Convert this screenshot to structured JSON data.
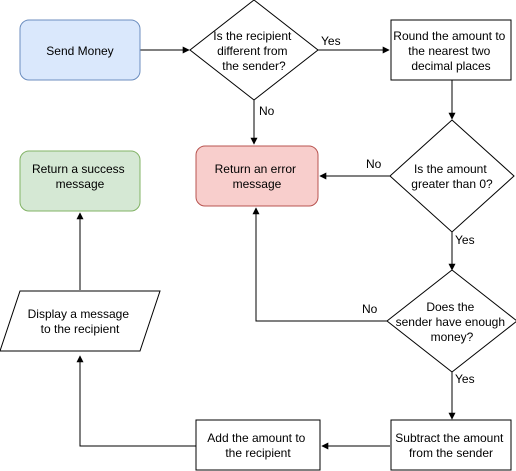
{
  "colors": {
    "start_fill": "#dae8fc",
    "start_stroke": "#6c8ebf",
    "error_fill": "#f8cecc",
    "error_stroke": "#b85450",
    "success_fill": "#d5e8d4",
    "success_stroke": "#82b366",
    "default_fill": "#ffffff",
    "line": "#000000"
  },
  "nodes": {
    "send_money": {
      "lines": [
        "Send Money"
      ]
    },
    "recipient_check": {
      "lines": [
        "Is the recipient",
        "different from",
        "the sender?"
      ]
    },
    "round_amount": {
      "lines": [
        "Round the amount to",
        "the nearest two",
        "decimal places"
      ]
    },
    "amount_check": {
      "lines": [
        "Is the amount",
        "greater than 0?"
      ]
    },
    "error_message": {
      "lines": [
        "Return an error",
        "message"
      ]
    },
    "success_message": {
      "lines": [
        "Return a success",
        "message"
      ]
    },
    "balance_check": {
      "lines": [
        "Does the",
        "sender have enough",
        "money?"
      ]
    },
    "display_message": {
      "lines": [
        "Display a message",
        "to the recipient"
      ]
    },
    "add_amount": {
      "lines": [
        "Add the amount to",
        "the recipient"
      ]
    },
    "subtract_amount": {
      "lines": [
        "Subtract the amount",
        "from the sender"
      ]
    }
  },
  "edge_labels": {
    "recipient_yes": "Yes",
    "recipient_no": "No",
    "amount_no": "No",
    "amount_yes": "Yes",
    "balance_no": "No",
    "balance_yes": "Yes"
  }
}
